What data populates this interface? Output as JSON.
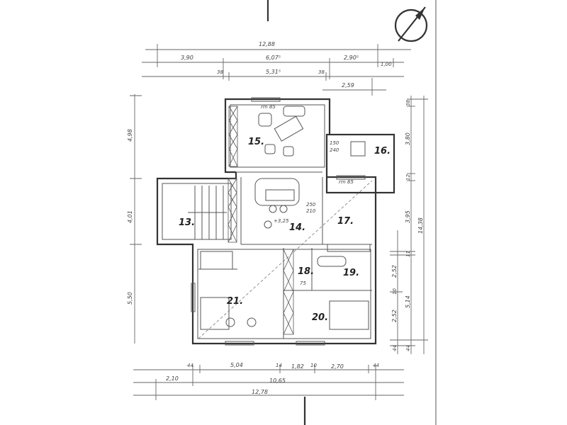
{
  "title": "Floor plan",
  "rooms": [
    {
      "number": "13."
    },
    {
      "number": "14."
    },
    {
      "number": "15."
    },
    {
      "number": "16."
    },
    {
      "number": "17."
    },
    {
      "number": "18."
    },
    {
      "number": "19."
    },
    {
      "number": "20."
    },
    {
      "number": "21."
    }
  ],
  "annotations": {
    "level": "+3,25",
    "door_17": "250",
    "door_17b": "210",
    "door_16": "150",
    "door_16b": "240",
    "window_15": "rm 85",
    "window_17": "rm 85",
    "bath_18": "75"
  },
  "dimensions": {
    "top": {
      "overall": "12,88",
      "row2": [
        "3,90",
        "6,07⁵",
        "2,90⁵",
        "1,00"
      ],
      "row3": [
        "38",
        "5,31⁵",
        "38"
      ],
      "row4": [
        "2,59"
      ]
    },
    "left": [
      "4,98",
      "4,01",
      "5,50"
    ],
    "right_inner": [
      "2,52",
      "10",
      "2,52",
      "44"
    ],
    "right_mid": [
      "38",
      "3,80",
      "12",
      "3,95",
      "11",
      "5,14",
      "44"
    ],
    "right_outer": [
      "14,38"
    ],
    "bottom": {
      "row1": [
        "44",
        "5,04",
        "14",
        "1,82",
        "10",
        "2,70",
        "44"
      ],
      "row2": [
        "2,10",
        "10,65"
      ],
      "overall": "12,78"
    }
  }
}
